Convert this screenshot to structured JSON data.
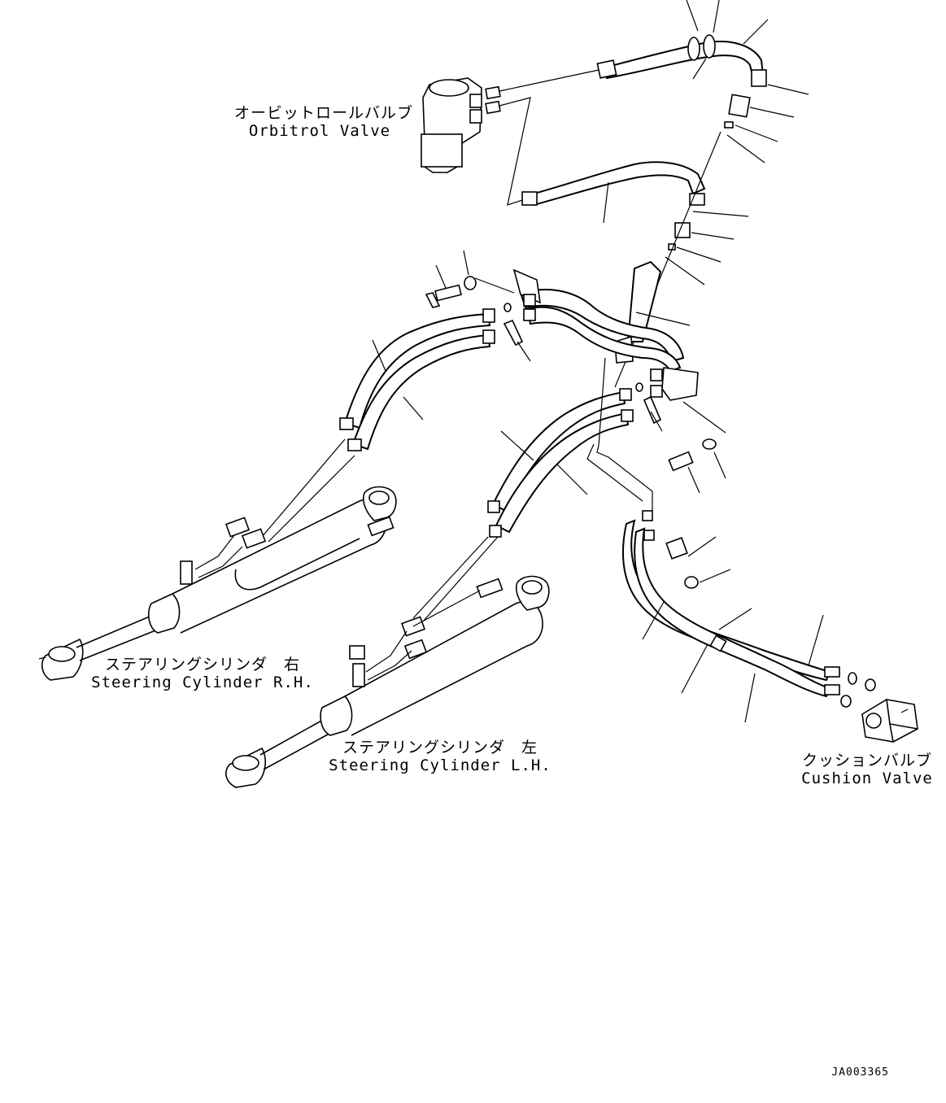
{
  "labels": {
    "orbitrol_ja": "オービットロールバルブ",
    "orbitrol_en": "Orbitrol Valve",
    "steer_rh_ja": "ステアリングシリンダ　右",
    "steer_rh_en": "Steering Cylinder R.H.",
    "steer_lh_ja": "ステアリングシリンダ　左",
    "steer_lh_en": "Steering Cylinder L.H.",
    "cushion_ja": "クッションバルブ",
    "cushion_en": "Cushion Valve"
  },
  "drawing_code": "JA003365"
}
